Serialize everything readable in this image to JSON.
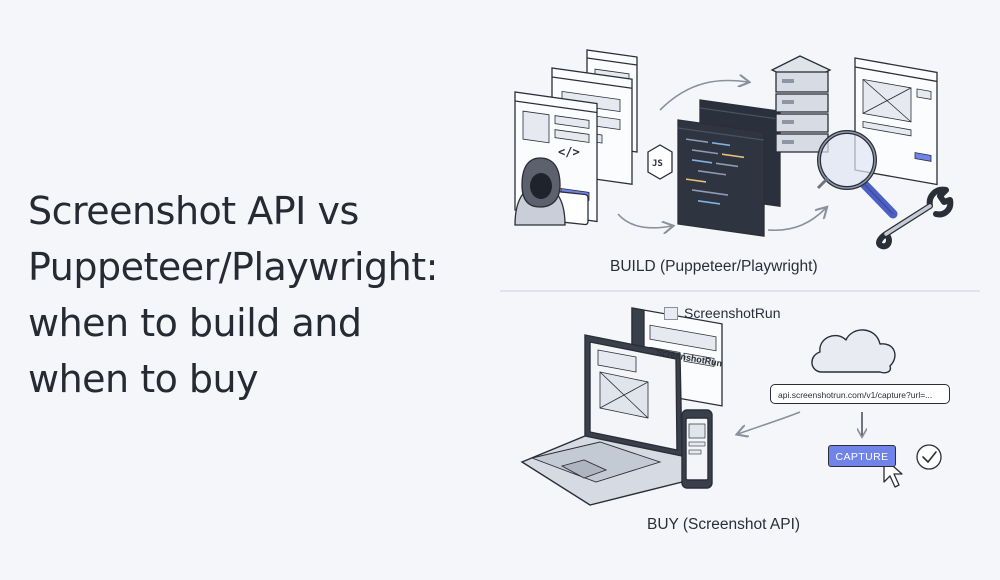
{
  "title": {
    "line1": "Screenshot API vs",
    "line2": "Puppeteer/Playwright:",
    "line3": "when to build and",
    "line4": "when to buy"
  },
  "build": {
    "caption": "BUILD (Puppeteer/Playwright)",
    "code_badge": "</>",
    "js_badge": "JS"
  },
  "buy": {
    "caption": "BUY (Screenshot API)",
    "brand": "ScreenshotRun",
    "url": "api.screenshotrun.com/v1/capture?url=...",
    "capture_label": "CAPTURE",
    "laptop_brand_text": "ScreenshotRun"
  },
  "colors": {
    "accent": "#6f83e8",
    "background": "#f4f6f9",
    "ink": "#2a2e37"
  },
  "icons": [
    "hacker-icon",
    "server-icon",
    "magnifier-icon",
    "wrench-icon",
    "cloud-icon",
    "checkmark-icon",
    "cursor-icon",
    "arrow-icon"
  ]
}
